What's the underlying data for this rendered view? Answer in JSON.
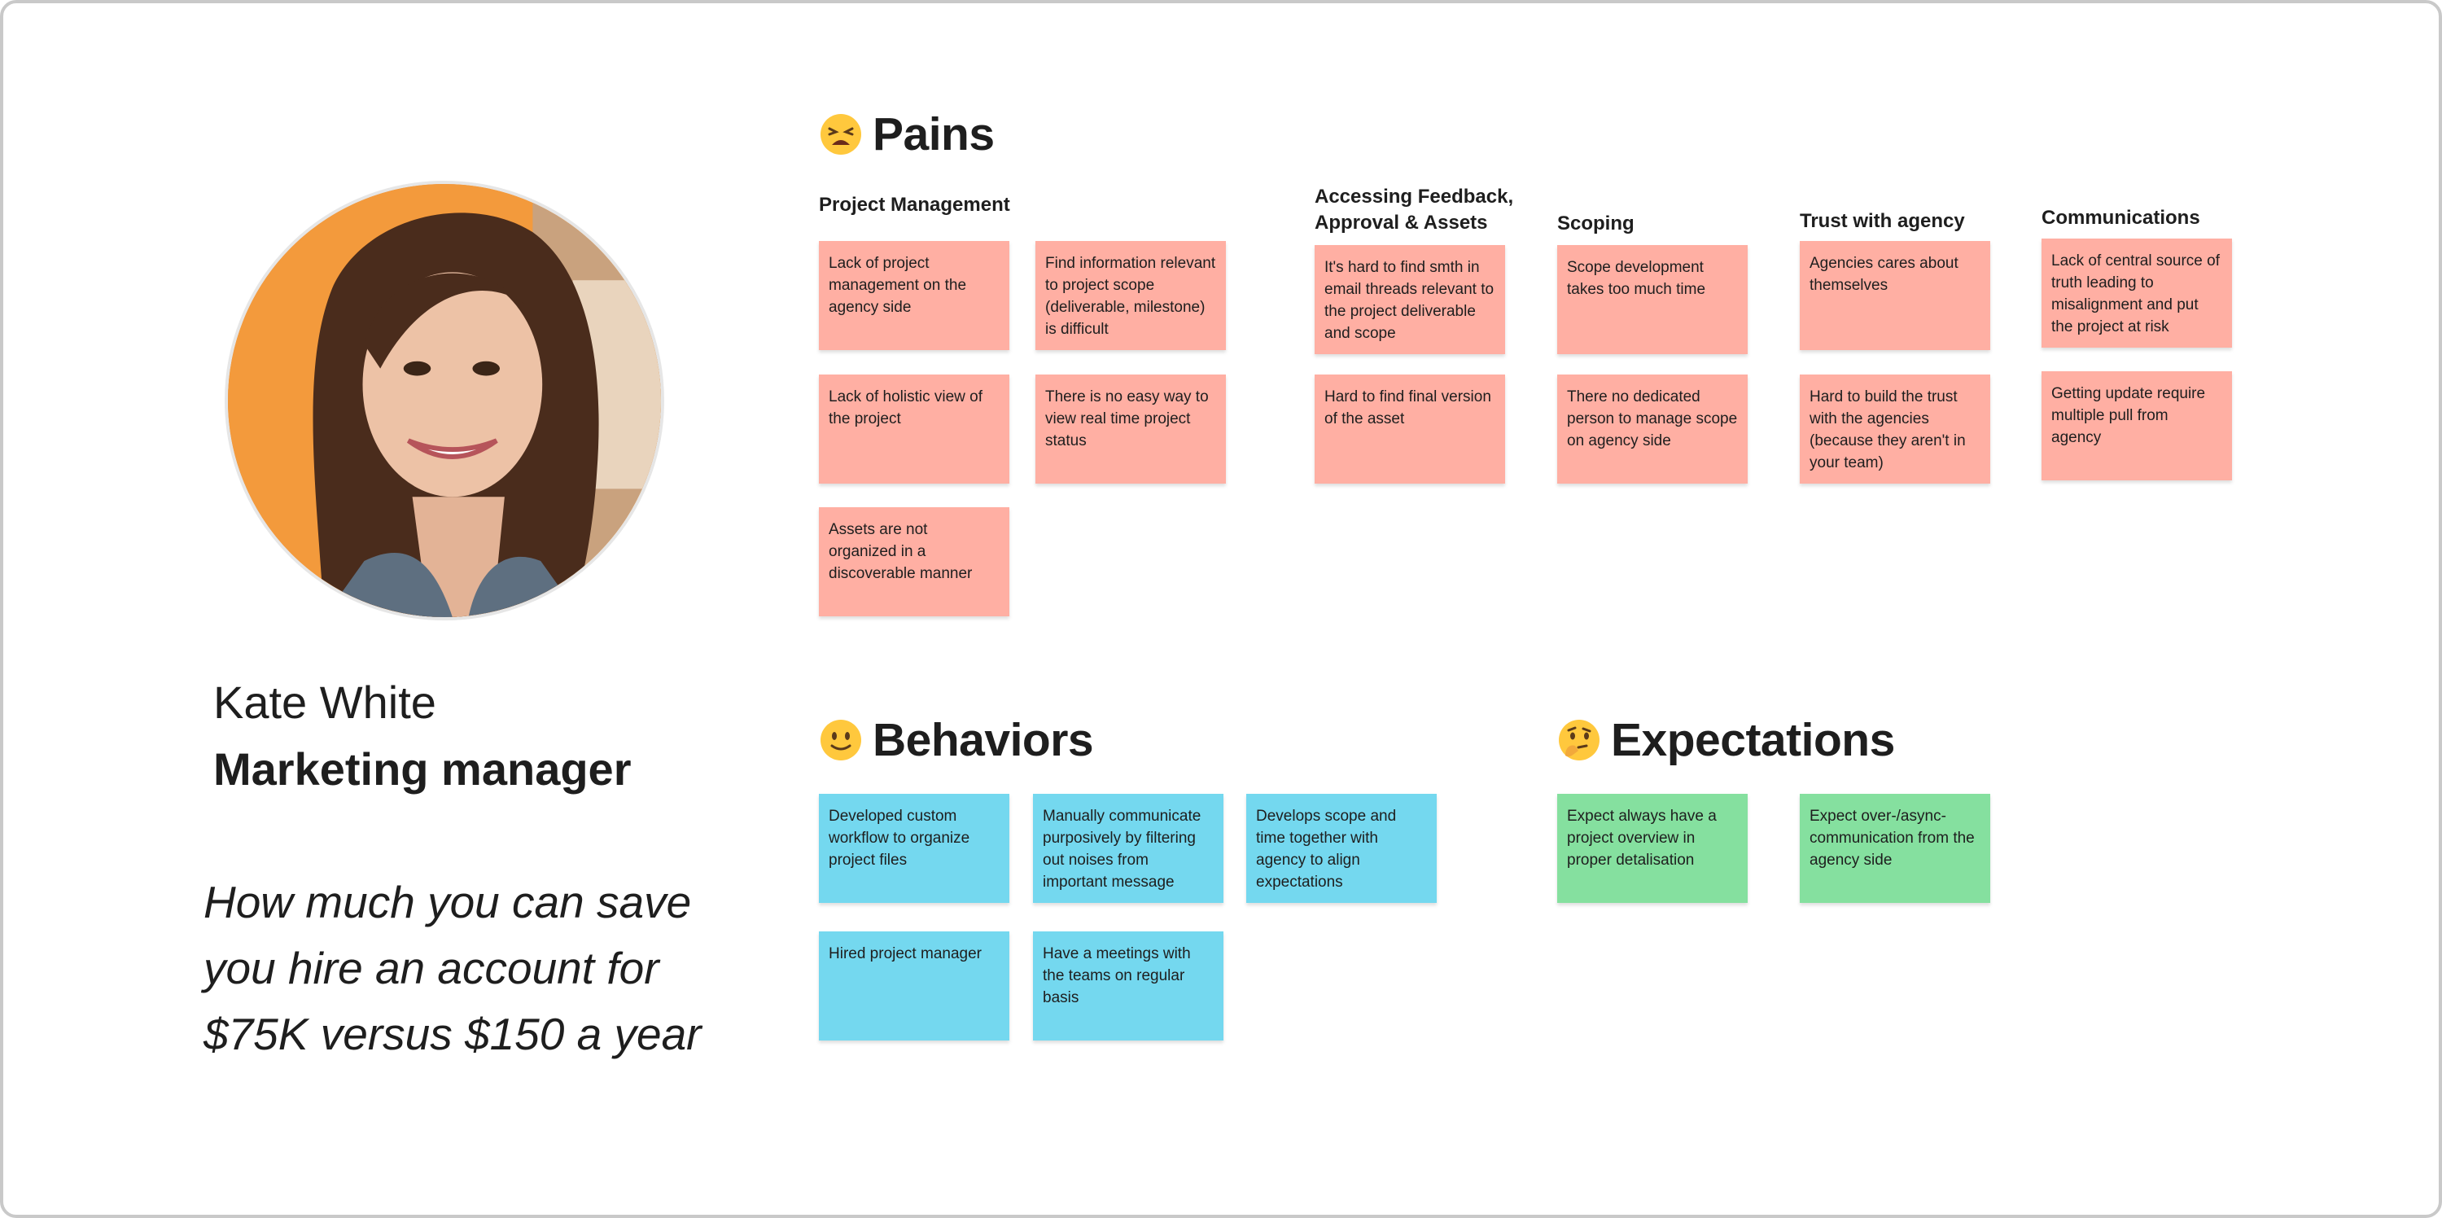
{
  "persona": {
    "name": "Kate White",
    "role": "Marketing manager",
    "quote": "How much you can save you hire an account for $75K versus $150 a year",
    "avatar": "avatar-photo"
  },
  "colors": {
    "pain": "#ffafa3",
    "behavior": "#74d8ef",
    "expectation": "#85e09f",
    "frame": "#c9c9c9"
  },
  "pains": {
    "emoji": "tired-face-emoji",
    "title": "Pains",
    "columns": [
      {
        "heading": "Project Management",
        "notes": [
          "Lack of project management on the agency side",
          "Find information relevant to project scope (deliverable, milestone) is difficult",
          "Lack of holistic view of the project",
          "There is no easy way to view real time project status",
          "Assets are not organized in a discoverable manner"
        ]
      },
      {
        "heading": "Accessing Feedback, Approval & Assets",
        "notes": [
          "It's hard to find smth in email threads relevant to the project deliverable and scope",
          "Hard to find final version of the asset"
        ]
      },
      {
        "heading": "Scoping",
        "notes": [
          "Scope development takes too much time",
          "There no dedicated person to manage scope on agency side"
        ]
      },
      {
        "heading": "Trust with agency",
        "notes": [
          "Agencies cares about themselves",
          "Hard to build the trust with the agencies (because they aren't in your team)"
        ]
      },
      {
        "heading": "Communications",
        "notes": [
          "Lack of central source of truth leading to misalignment and put the project at risk",
          "Getting update require multiple pull from agency"
        ]
      }
    ]
  },
  "behaviors": {
    "emoji": "slightly-smiling-face-emoji",
    "title": "Behaviors",
    "notes": [
      "Developed custom workflow to organize project files",
      "Manually communicate purposively by filtering out noises from important message",
      "Develops scope and time together with agency to align expectations",
      "Hired project manager",
      "Have a meetings with the teams on regular basis"
    ]
  },
  "expectations": {
    "emoji": "thinking-face-emoji",
    "title": "Expectations",
    "notes": [
      "Expect always have a project overview in proper detalisation",
      "Expect over-/async-communication from the agency side"
    ]
  }
}
